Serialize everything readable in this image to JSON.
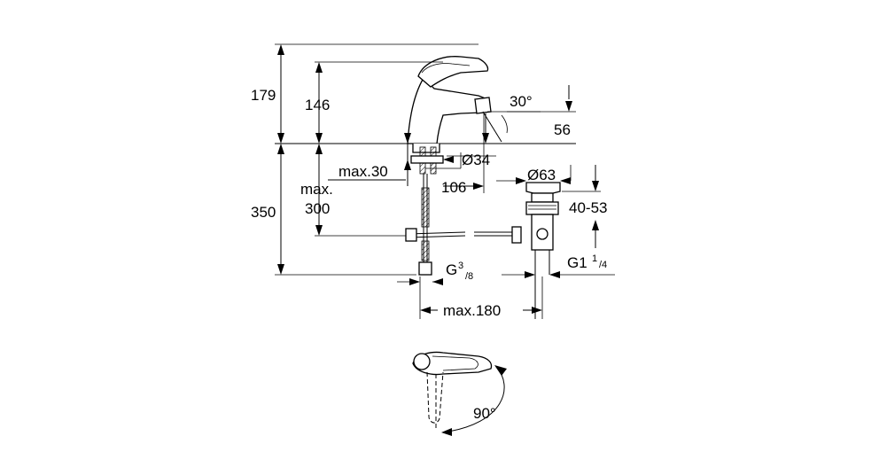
{
  "dimensions": {
    "overall_height": "179",
    "lever_height": "146",
    "spout_angle": "30°",
    "spout_height": "56",
    "max_deck_thickness": "max.30",
    "mount_diameter": "Ø34",
    "spout_reach": "106",
    "waste_diameter": "Ø63",
    "below_deck_label": "350",
    "max_label": "max.",
    "max_below_deck": "300",
    "waste_range": "40-53",
    "connection_main": "G",
    "connection_sup": "3",
    "connection_sub": "/8",
    "waste_thread_main": "G1",
    "waste_thread_sup": "1",
    "waste_thread_sub": "/4",
    "pull_rod_length": "max.180",
    "lever_rotation": "90°"
  }
}
